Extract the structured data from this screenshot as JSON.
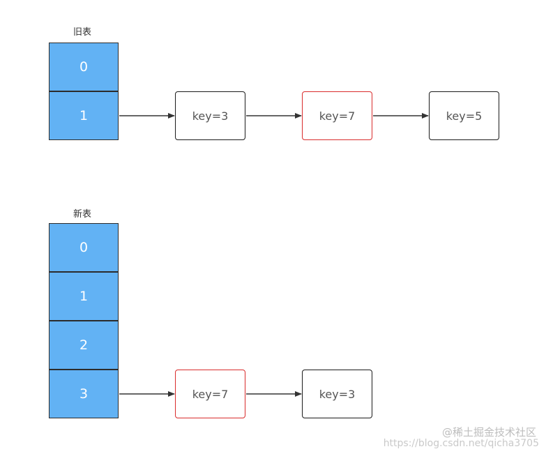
{
  "old_table": {
    "title": "旧表",
    "indices": [
      "0",
      "1"
    ],
    "chain": [
      {
        "label": "key=3",
        "highlight": false
      },
      {
        "label": "key=7",
        "highlight": true
      },
      {
        "label": "key=5",
        "highlight": false
      }
    ]
  },
  "new_table": {
    "title": "新表",
    "indices": [
      "0",
      "1",
      "2",
      "3"
    ],
    "chain": [
      {
        "label": "key=7",
        "highlight": true
      },
      {
        "label": "key=3",
        "highlight": false
      }
    ]
  },
  "watermark": {
    "site": "@稀土掘金技术社区",
    "url": "https://blog.csdn.net/qicha3705"
  },
  "colors": {
    "cell_fill": "#62b2f4",
    "highlight_border": "#d92b2b",
    "normal_border": "#1a1a1a"
  }
}
